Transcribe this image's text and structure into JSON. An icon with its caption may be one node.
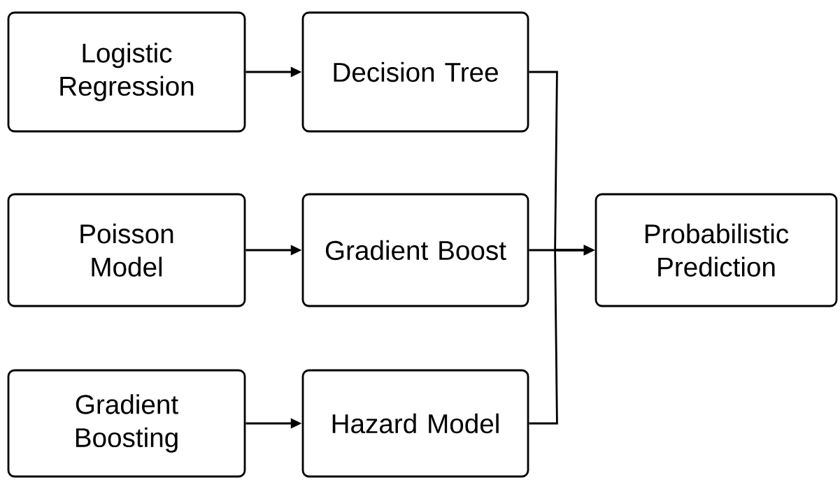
{
  "diagram": {
    "nodes": [
      {
        "text": [
          "Logistic Regression"
        ]
      },
      {
        "text": [
          "Decision Tree"
        ]
      },
      {
        "text": [
          "Poisson Model"
        ]
      },
      {
        "text": [
          "Gradient Boost"
        ]
      },
      {
        "text": [
          "Gradient Boosting"
        ]
      },
      {
        "text": [
          "Hazard Model"
        ]
      },
      {
        "text": [
          "Probabilistic Prediction"
        ]
      }
    ],
    "edges": [
      {
        "from": 0,
        "to": 1,
        "arrow": "to"
      },
      {
        "from": 2,
        "to": 3,
        "arrow": "to"
      },
      {
        "from": 4,
        "to": 5,
        "arrow": "to"
      },
      {
        "from": 1,
        "to": 6,
        "arrow": "to"
      },
      {
        "from": 3,
        "to": 6,
        "arrow": "to"
      },
      {
        "from": 5,
        "to": 6,
        "arrow": "to"
      }
    ]
  }
}
